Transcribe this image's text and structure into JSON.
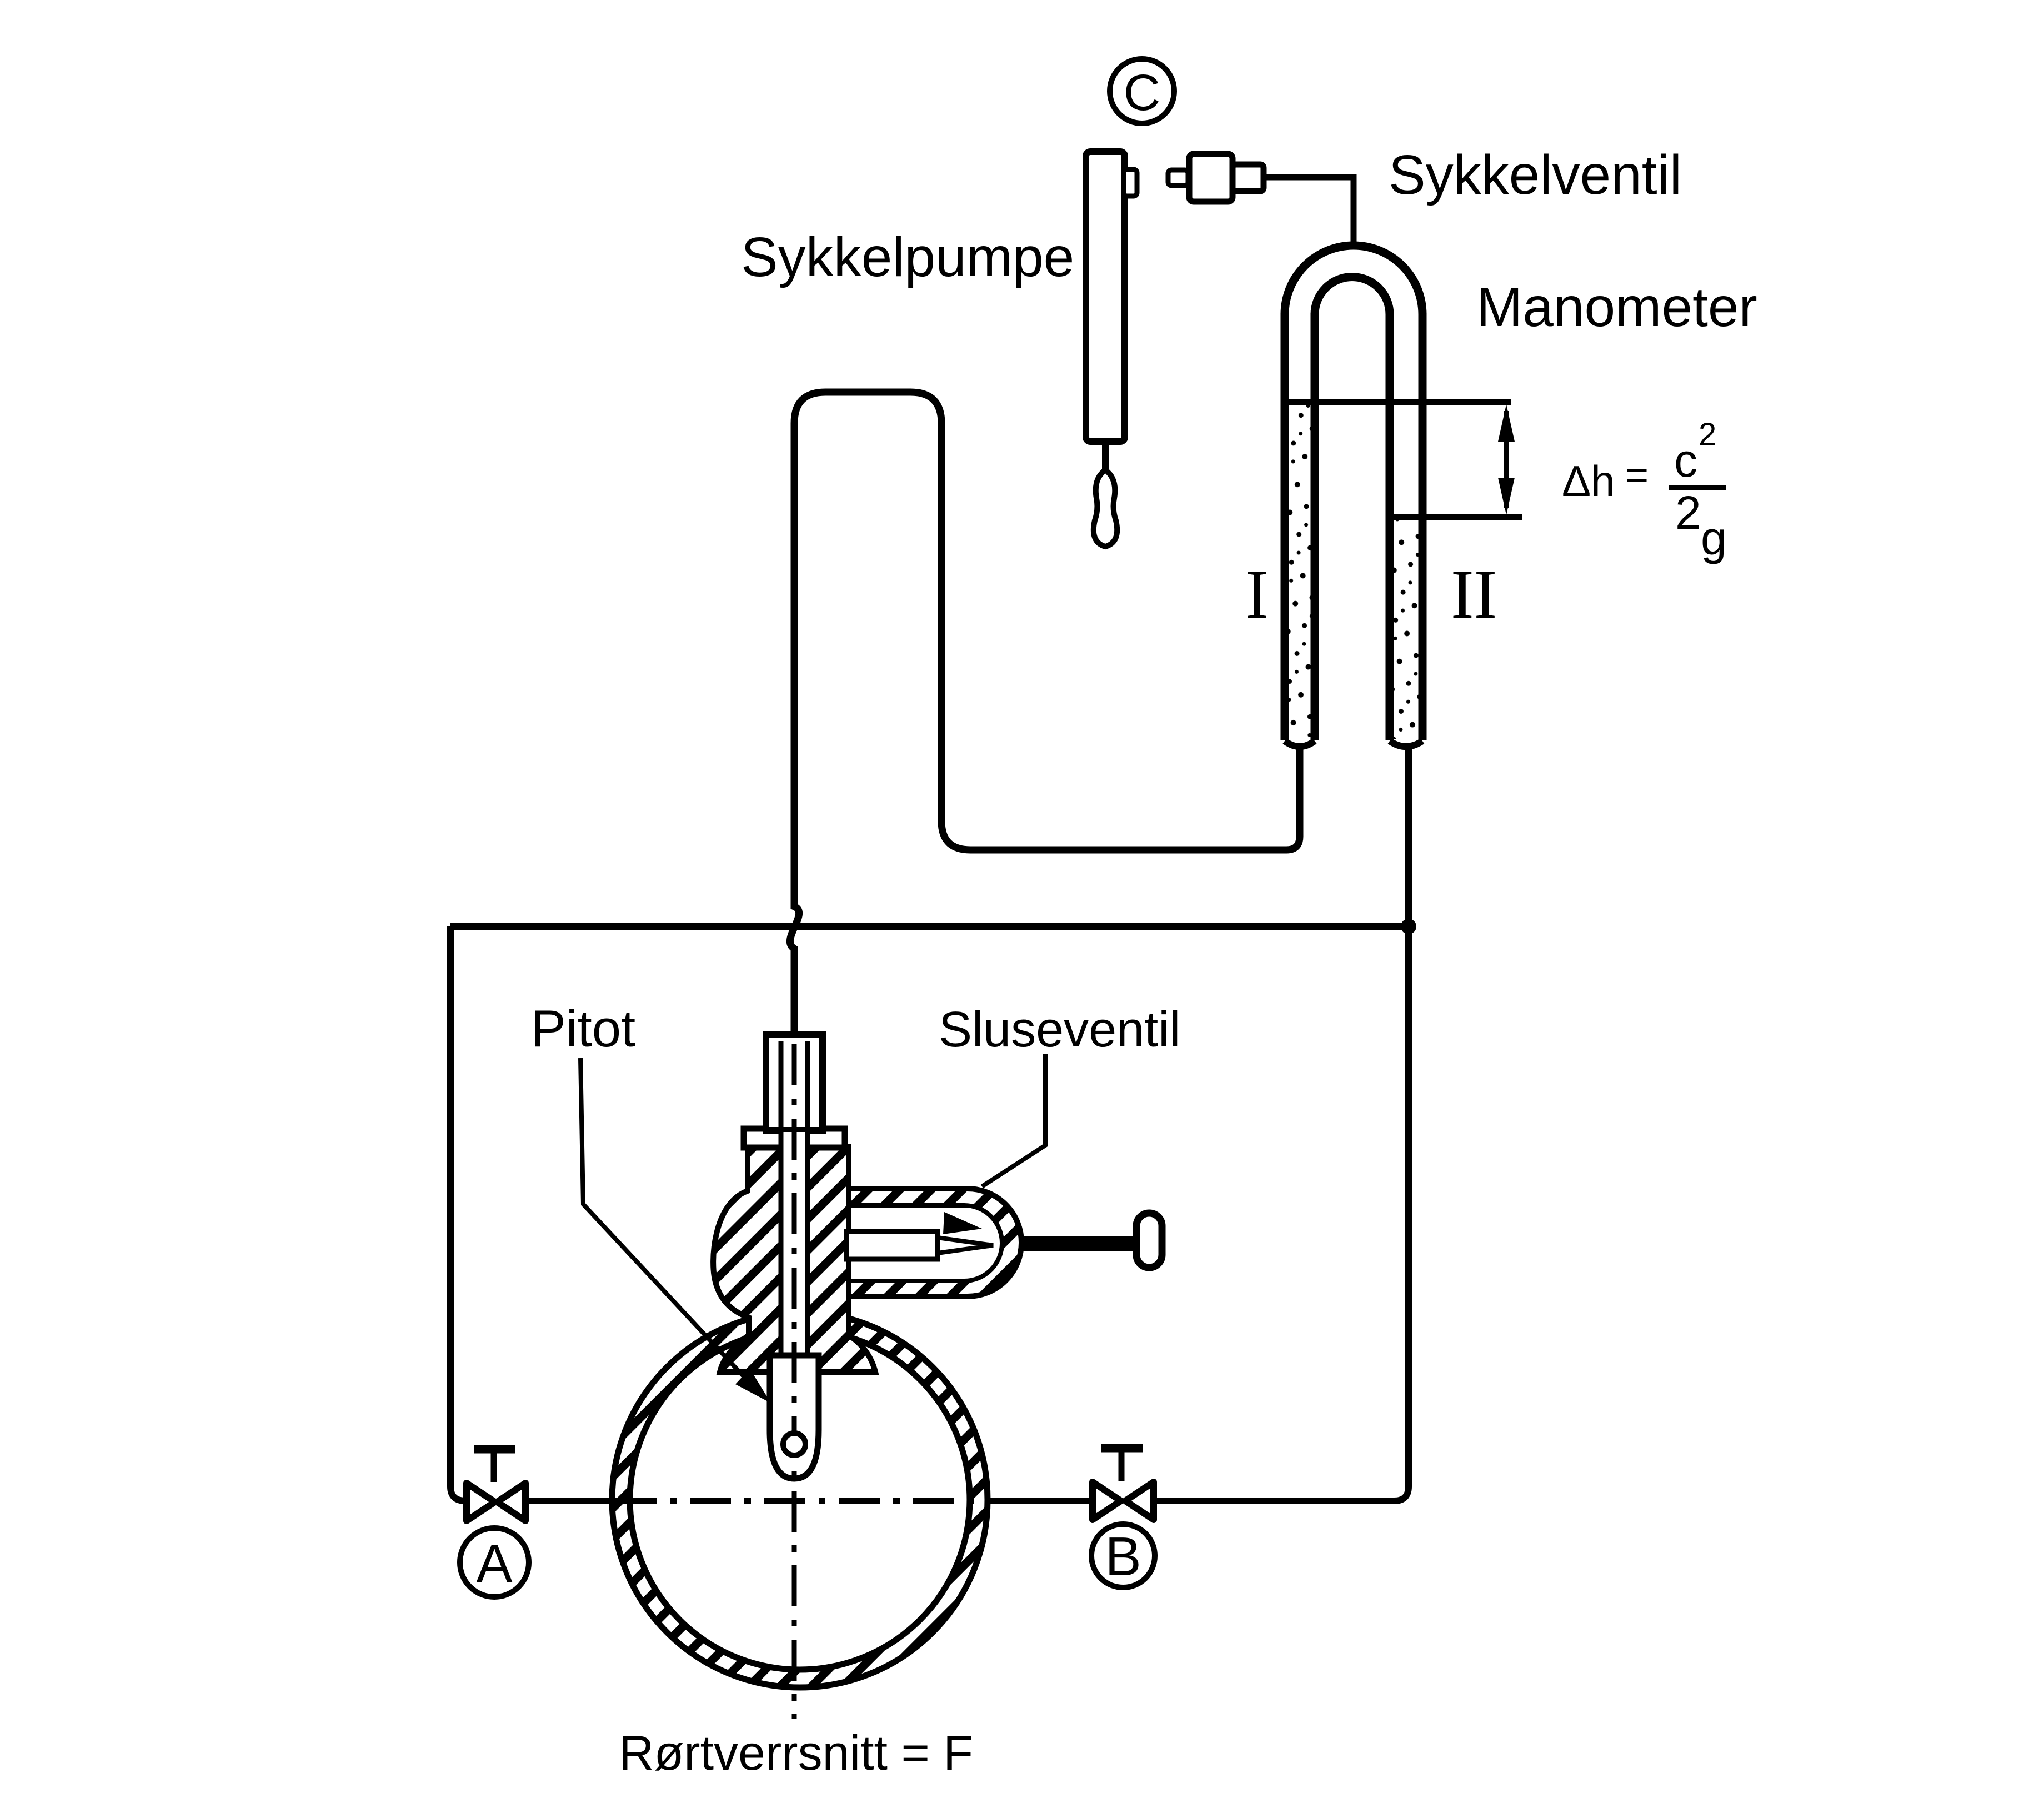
{
  "page": {
    "background_color": "#ffffff",
    "ink_color": "#000000",
    "description": "Scanned line-art lab diagram: bicycle pump pressurizing a U-tube manometer connected to a pitot tube mounted in a pipe cross-section with shut-off valves"
  },
  "labels": {
    "point_c": "C",
    "pump": "Sykkelpumpe",
    "bike_valve": "Sykkelventil",
    "manometer": "Manometer",
    "column_i": "I",
    "column_ii": "II",
    "pitot": "Pitot",
    "gate_valve": "Sluseventil",
    "valve_a": "A",
    "valve_b": "B",
    "pipe_cross_section": "Rørtverrsnitt = F"
  },
  "formula": {
    "lhs": "Δh",
    "equals": "=",
    "numerator_base": "c",
    "numerator_exponent": "2",
    "denominator_coefficient": "2",
    "denominator_variable": "g"
  }
}
